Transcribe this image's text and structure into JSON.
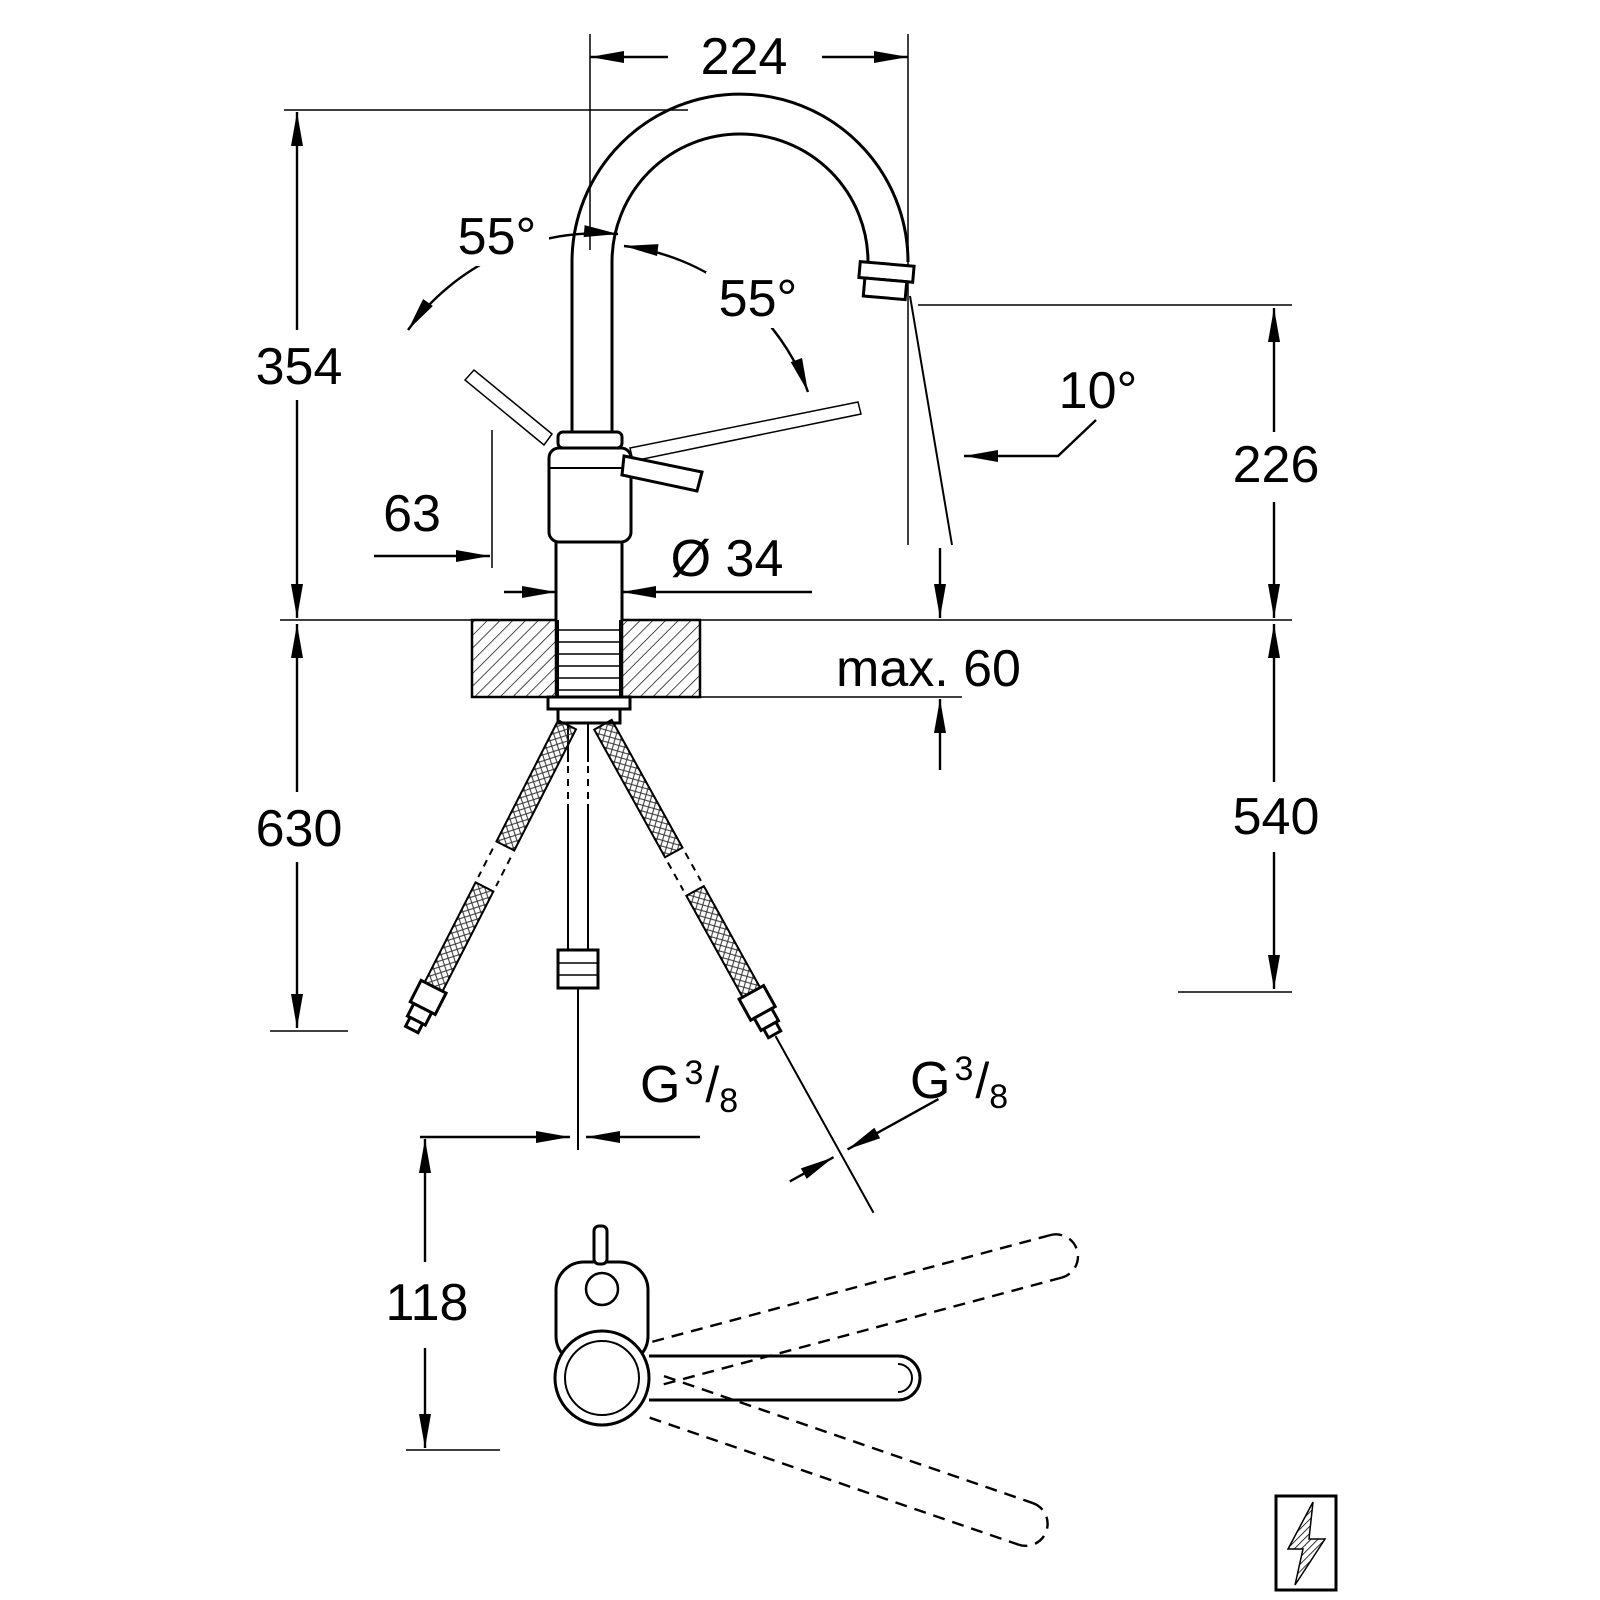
{
  "colors": {
    "ink": "#000000",
    "background": "#ffffff"
  },
  "labels": {
    "dim_spout_reach": "224",
    "angle_handle_left": "55°",
    "angle_handle_right": "55°",
    "dim_height_to_top": "354",
    "angle_spout_outlet": "10°",
    "dim_spout_outlet_height": "226",
    "dim_handle_clearance": "63",
    "dim_body_diameter": "Ø 34",
    "dim_max_counter_thickness": "max. 60",
    "dim_below_counter_left": "630",
    "dim_below_counter_right": "540",
    "dim_plan_view": "118",
    "thread_left": {
      "prefix": "G",
      "sup": "3",
      "slash": "/",
      "sub": "8"
    },
    "thread_right": {
      "prefix": "G",
      "sup": "3",
      "slash": "/",
      "sub": "8"
    }
  },
  "icons": {
    "electrical_safety": "lightning-bolt-icon"
  }
}
